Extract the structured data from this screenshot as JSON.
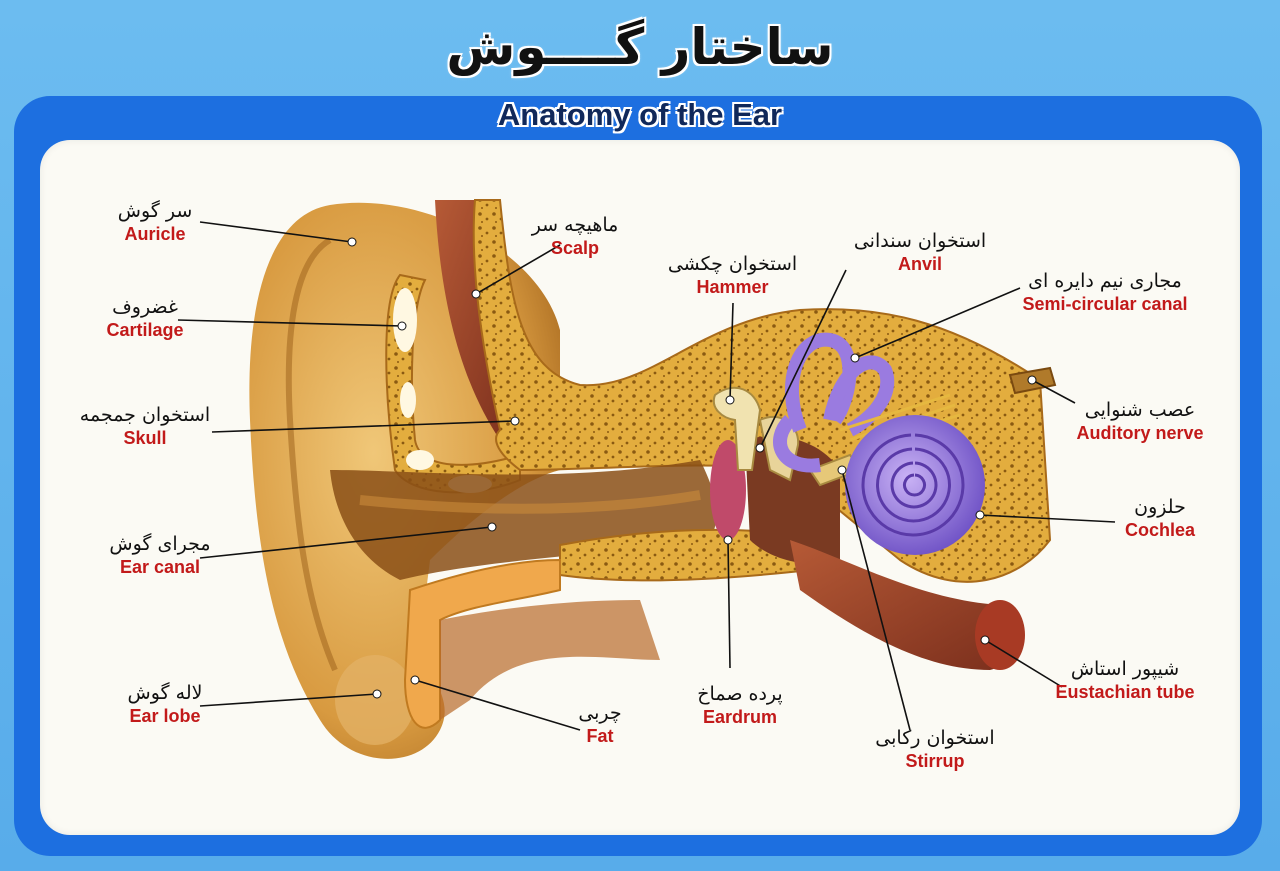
{
  "title_fa": "ساختار گــــوش",
  "title_en": "Anatomy of the Ear",
  "colors": {
    "frame": "#1d6fe0",
    "background": "#5fb2e6",
    "panel": "#fbfaf4",
    "label_en": "#c21a1a",
    "skin": "#d99b3c",
    "bone": "#e0a83a",
    "cochlea": "#9a7be0",
    "muscle": "#a0462a"
  },
  "labels": {
    "auricle": {
      "fa": "سر گوش",
      "en": "Auricle"
    },
    "cartilage": {
      "fa": "غضروف",
      "en": "Cartilage"
    },
    "skull": {
      "fa": "استخوان جمجمه",
      "en": "Skull"
    },
    "ear_canal": {
      "fa": "مجرای گوش",
      "en": "Ear canal"
    },
    "ear_lobe": {
      "fa": "لاله گوش",
      "en": "Ear lobe"
    },
    "scalp": {
      "fa": "ماهیچه سر",
      "en": "Scalp"
    },
    "hammer": {
      "fa": "استخوان چکشی",
      "en": "Hammer"
    },
    "anvil": {
      "fa": "استخوان سندانی",
      "en": "Anvil"
    },
    "semicircular": {
      "fa": "مجاری نیم دایره ای",
      "en": "Semi-circular canal"
    },
    "auditory": {
      "fa": "عصب شنوایی",
      "en": "Auditory nerve"
    },
    "cochlea": {
      "fa": "حلزون",
      "en": "Cochlea"
    },
    "eustachian": {
      "fa": "شیپور استاش",
      "en": "Eustachian tube"
    },
    "fat": {
      "fa": "چربی",
      "en": "Fat"
    },
    "eardrum": {
      "fa": "پرده صماخ",
      "en": "Eardrum"
    },
    "stirrup": {
      "fa": "استخوان رکابی",
      "en": "Stirrup"
    }
  }
}
